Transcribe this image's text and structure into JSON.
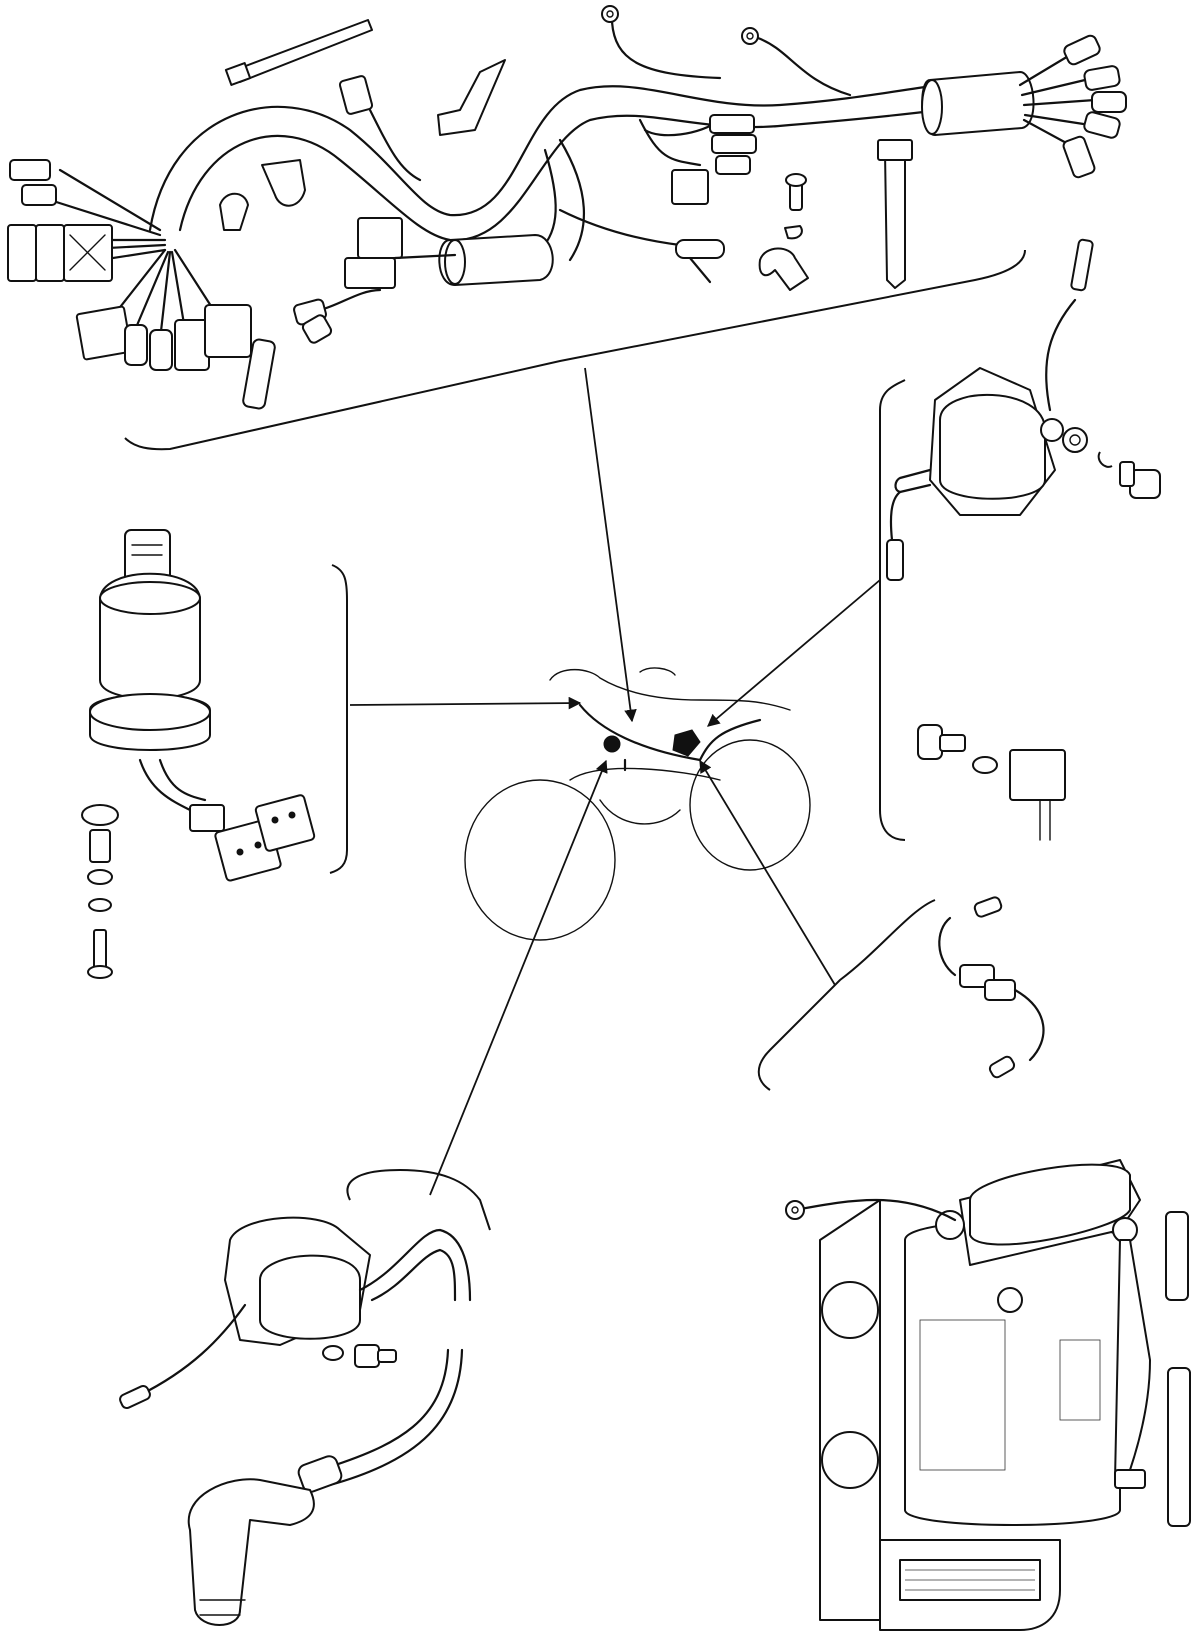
{
  "diagram": {
    "title": "",
    "stroke_color": "#111111",
    "background": "#ffffff",
    "groups": [
      {
        "name": "wire-harness",
        "position": "top"
      },
      {
        "name": "main-switch",
        "position": "left"
      },
      {
        "name": "rectifier-regulator-and-relay",
        "position": "right"
      },
      {
        "name": "sensor-lead",
        "position": "right-middle"
      },
      {
        "name": "ignition-coil",
        "position": "bottom-left"
      },
      {
        "name": "battery-and-bracket",
        "position": "bottom-right"
      },
      {
        "name": "motorcycle-location-view",
        "position": "center"
      }
    ]
  }
}
